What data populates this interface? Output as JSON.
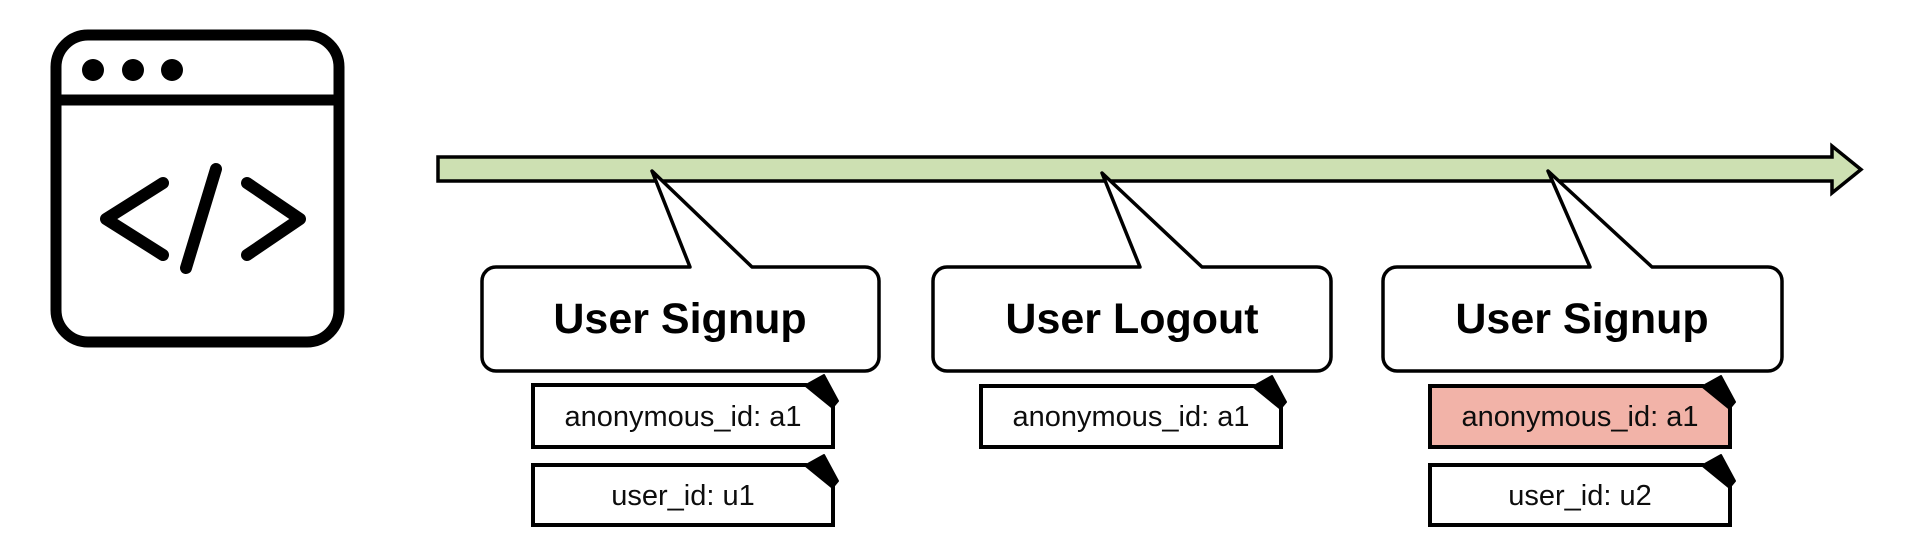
{
  "diagram": {
    "type": "event-timeline-diagram",
    "background": "#ffffff",
    "colors": {
      "timeline_fill": "#cde0b2",
      "note_fill": "#ffffff",
      "note_highlight_fill": "#f2b3a8",
      "stroke": "#000000"
    },
    "icon": {
      "name": "browser-window-code-icon",
      "glyph": "</>"
    },
    "events": [
      {
        "title": "User Signup",
        "notes": [
          {
            "text": "anonymous_id: a1",
            "highlighted": false
          },
          {
            "text": "user_id: u1",
            "highlighted": false
          }
        ]
      },
      {
        "title": "User Logout",
        "notes": [
          {
            "text": "anonymous_id: a1",
            "highlighted": false
          }
        ]
      },
      {
        "title": "User Signup",
        "notes": [
          {
            "text": "anonymous_id: a1",
            "highlighted": true
          },
          {
            "text": "user_id: u2",
            "highlighted": false
          }
        ]
      }
    ]
  }
}
